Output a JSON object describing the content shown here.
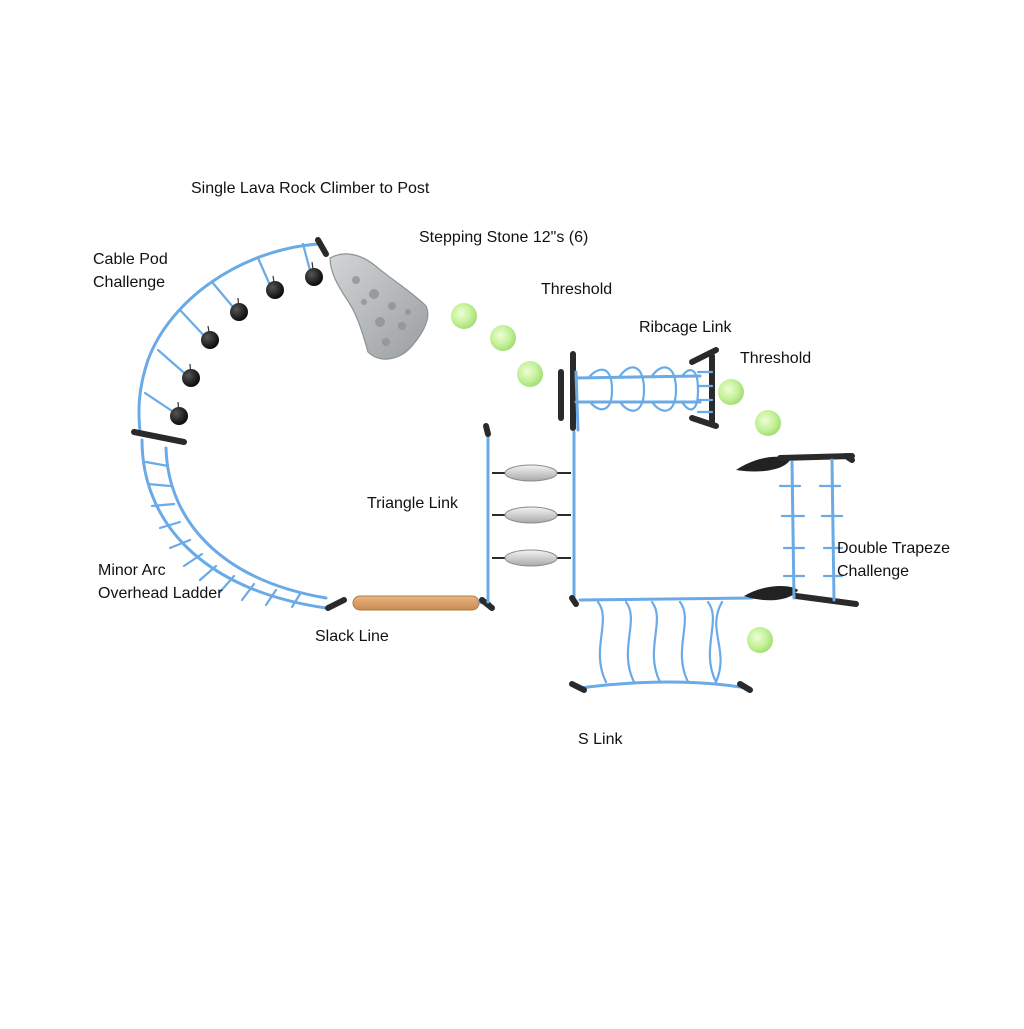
{
  "labels": {
    "lava_rock": "Single Lava Rock Climber to Post",
    "stepping_stone": "Stepping Stone 12\"s (6)",
    "cable_pod_line1": "Cable Pod",
    "cable_pod_line2": "Challenge",
    "threshold_1": "Threshold",
    "ribcage": "Ribcage Link",
    "threshold_2": "Threshold",
    "triangle": "Triangle Link",
    "double_trapeze_line1": "Double Trapeze",
    "double_trapeze_line2": "Challenge",
    "minor_arc_line1": "Minor Arc",
    "minor_arc_line2": "Overhead Ladder",
    "slack_line": "Slack Line",
    "s_link": "S Link"
  },
  "colors": {
    "frame_blue": "#6aaae6",
    "stepping_stone_green": "#c6f29a",
    "rock_gray": "#b9bcbd",
    "post_dark": "#2a2a2a",
    "slack_line_wood": "#d79c63"
  }
}
